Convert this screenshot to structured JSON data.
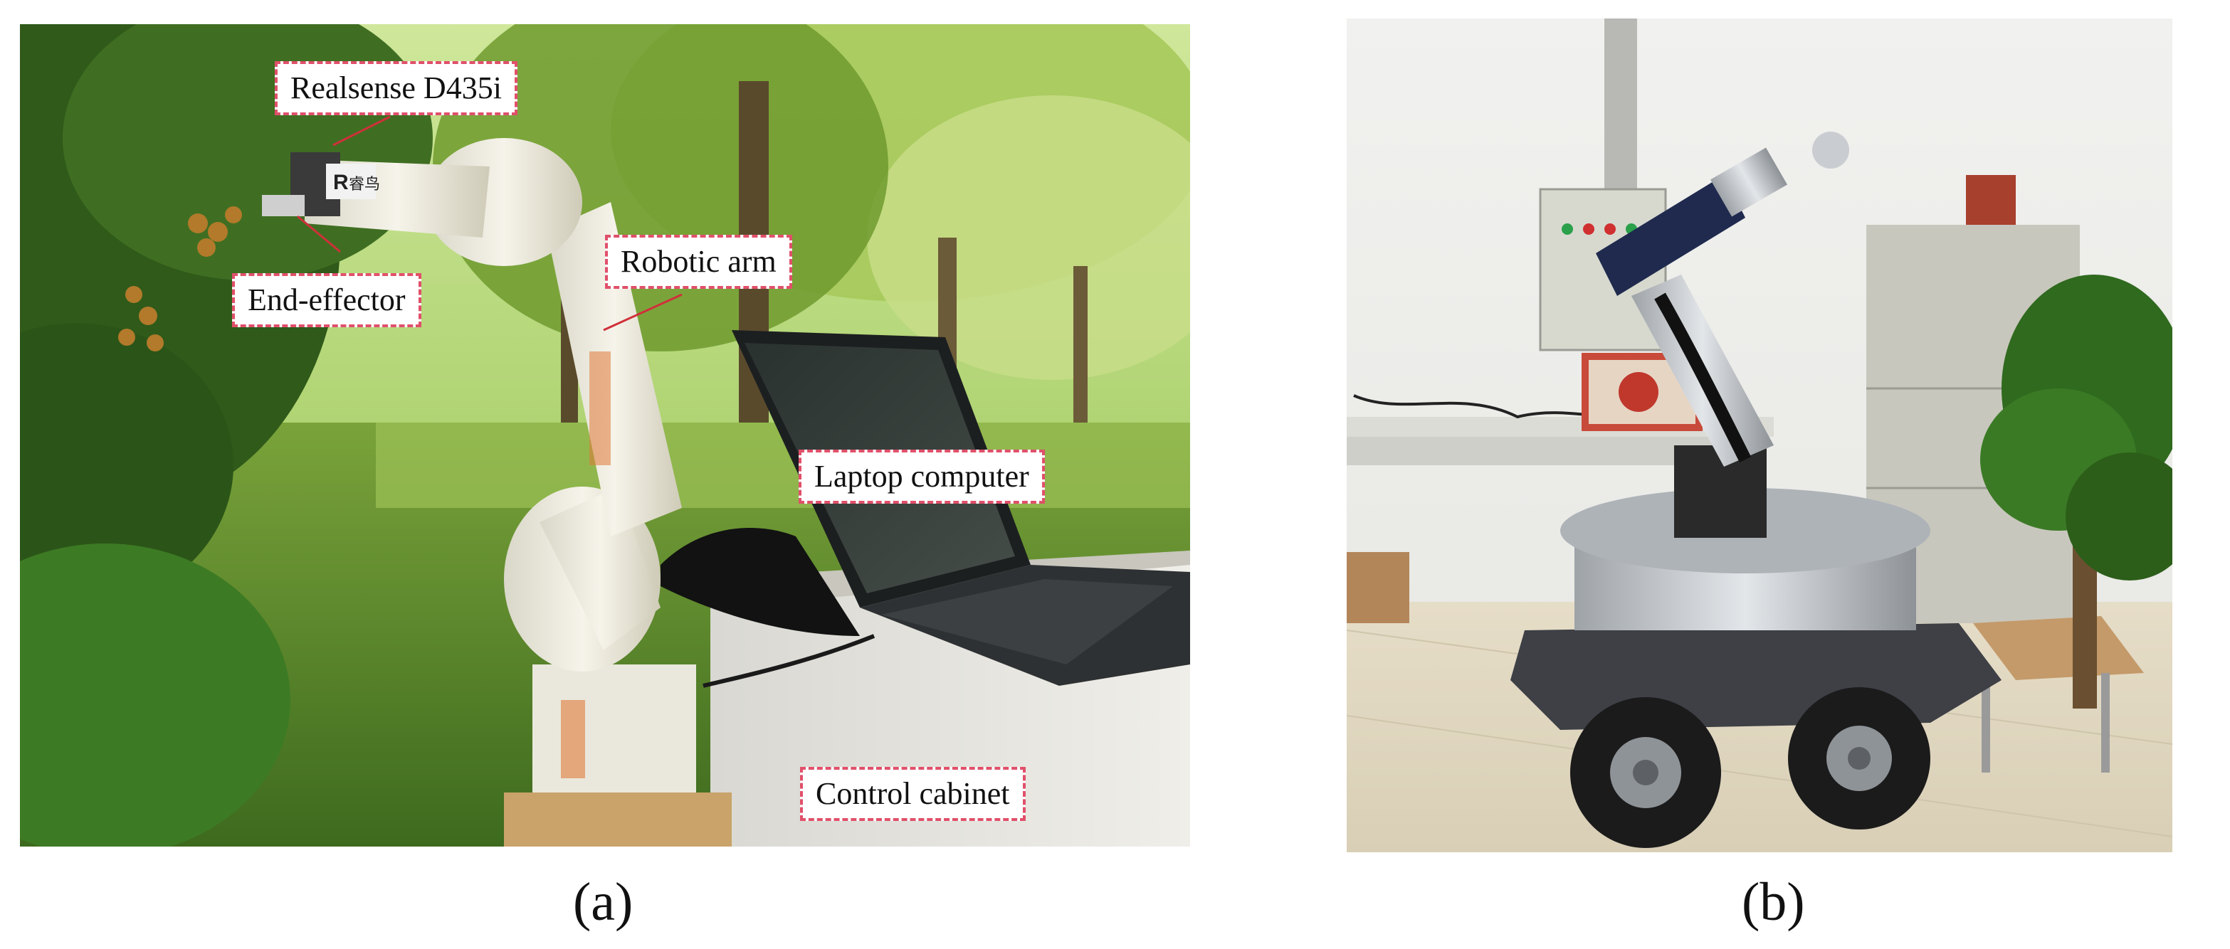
{
  "figure": {
    "panels": [
      {
        "id": "a",
        "caption": "(a)",
        "labels": {
          "camera": "Realsense D435i",
          "arm": "Robotic arm",
          "effector": "End-effector",
          "laptop": "Laptop computer",
          "cabinet": "Control cabinet"
        },
        "arm_brand": "R",
        "arm_model": "睿鸟"
      },
      {
        "id": "b",
        "caption": "(b)"
      }
    ]
  }
}
